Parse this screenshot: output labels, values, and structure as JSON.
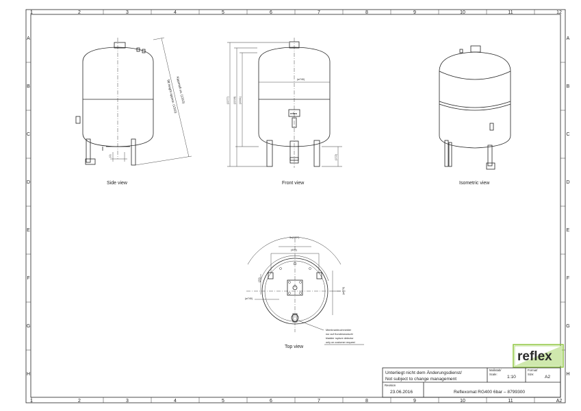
{
  "frame": {
    "columns": [
      "1",
      "2",
      "3",
      "4",
      "5",
      "6",
      "7",
      "8",
      "9",
      "10",
      "11",
      "12"
    ],
    "rows": [
      "A",
      "B",
      "C",
      "D",
      "E",
      "F",
      "G",
      "H"
    ]
  },
  "views": {
    "side": "Side view",
    "front": "Front view",
    "iso": "Isometric view",
    "top": "Top view"
  },
  "side_dims": {
    "tilt_de": "Kippmaß ca. (1310)",
    "tilt_en": "Tilt height approx. (1310)",
    "foot": "(1)"
  },
  "front_dims": {
    "d1": "(1277)",
    "d2": "(1218)",
    "d3": "(1041)",
    "d4": "(172)",
    "dia": "(ø740)"
  },
  "top_dims": {
    "angle": "3x(120°)",
    "d494": "(494)",
    "d70": "(70)",
    "d740": "(ø740)",
    "d670": "(ø670)"
  },
  "note": {
    "de1": "Membranbruchmelder",
    "de2": "nur auf Kundenwunsch/",
    "en1": "bladder rupture detector",
    "en2": "only on customer request"
  },
  "titleblock": {
    "disclaimer_de": "Unterliegt nicht dem Änderungsdienst/",
    "disclaimer_en": "Not subject to change management",
    "scale_label": "Maßstab/\nScale:",
    "scale_label_1": "Maßstab/",
    "scale_label_2": "Scale:",
    "scale": "1:10",
    "format_label_1": "Format/",
    "format_label_2": "Size:",
    "format": "A2",
    "revision_label": "Revision",
    "date": "23.06.2016",
    "product": "Reflexomat RG400 6bar – 8799300",
    "logo": "reflex"
  },
  "colors": {
    "logo_green": "#8dc63f",
    "line": "#222222"
  }
}
